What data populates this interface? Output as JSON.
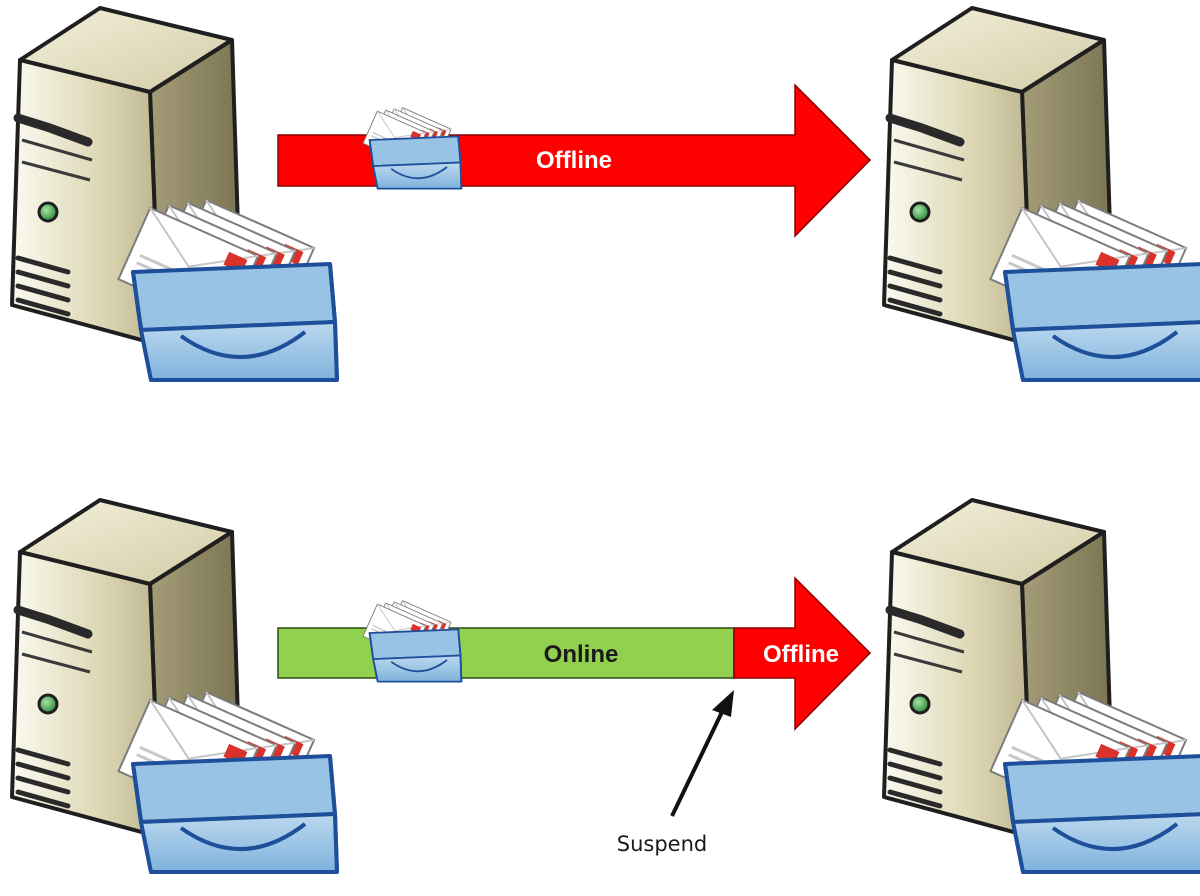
{
  "diagram": {
    "top_row": {
      "arrow_label": "Offline",
      "arrow_color": "#ff0000"
    },
    "bottom_row": {
      "online_label": "Online",
      "online_color": "#92d050",
      "offline_label": "Offline",
      "offline_color": "#ff0000",
      "annotation": "Suspend"
    },
    "icons": [
      "server-icon",
      "mailbox-tray-icon",
      "mail-envelope-icon"
    ]
  }
}
